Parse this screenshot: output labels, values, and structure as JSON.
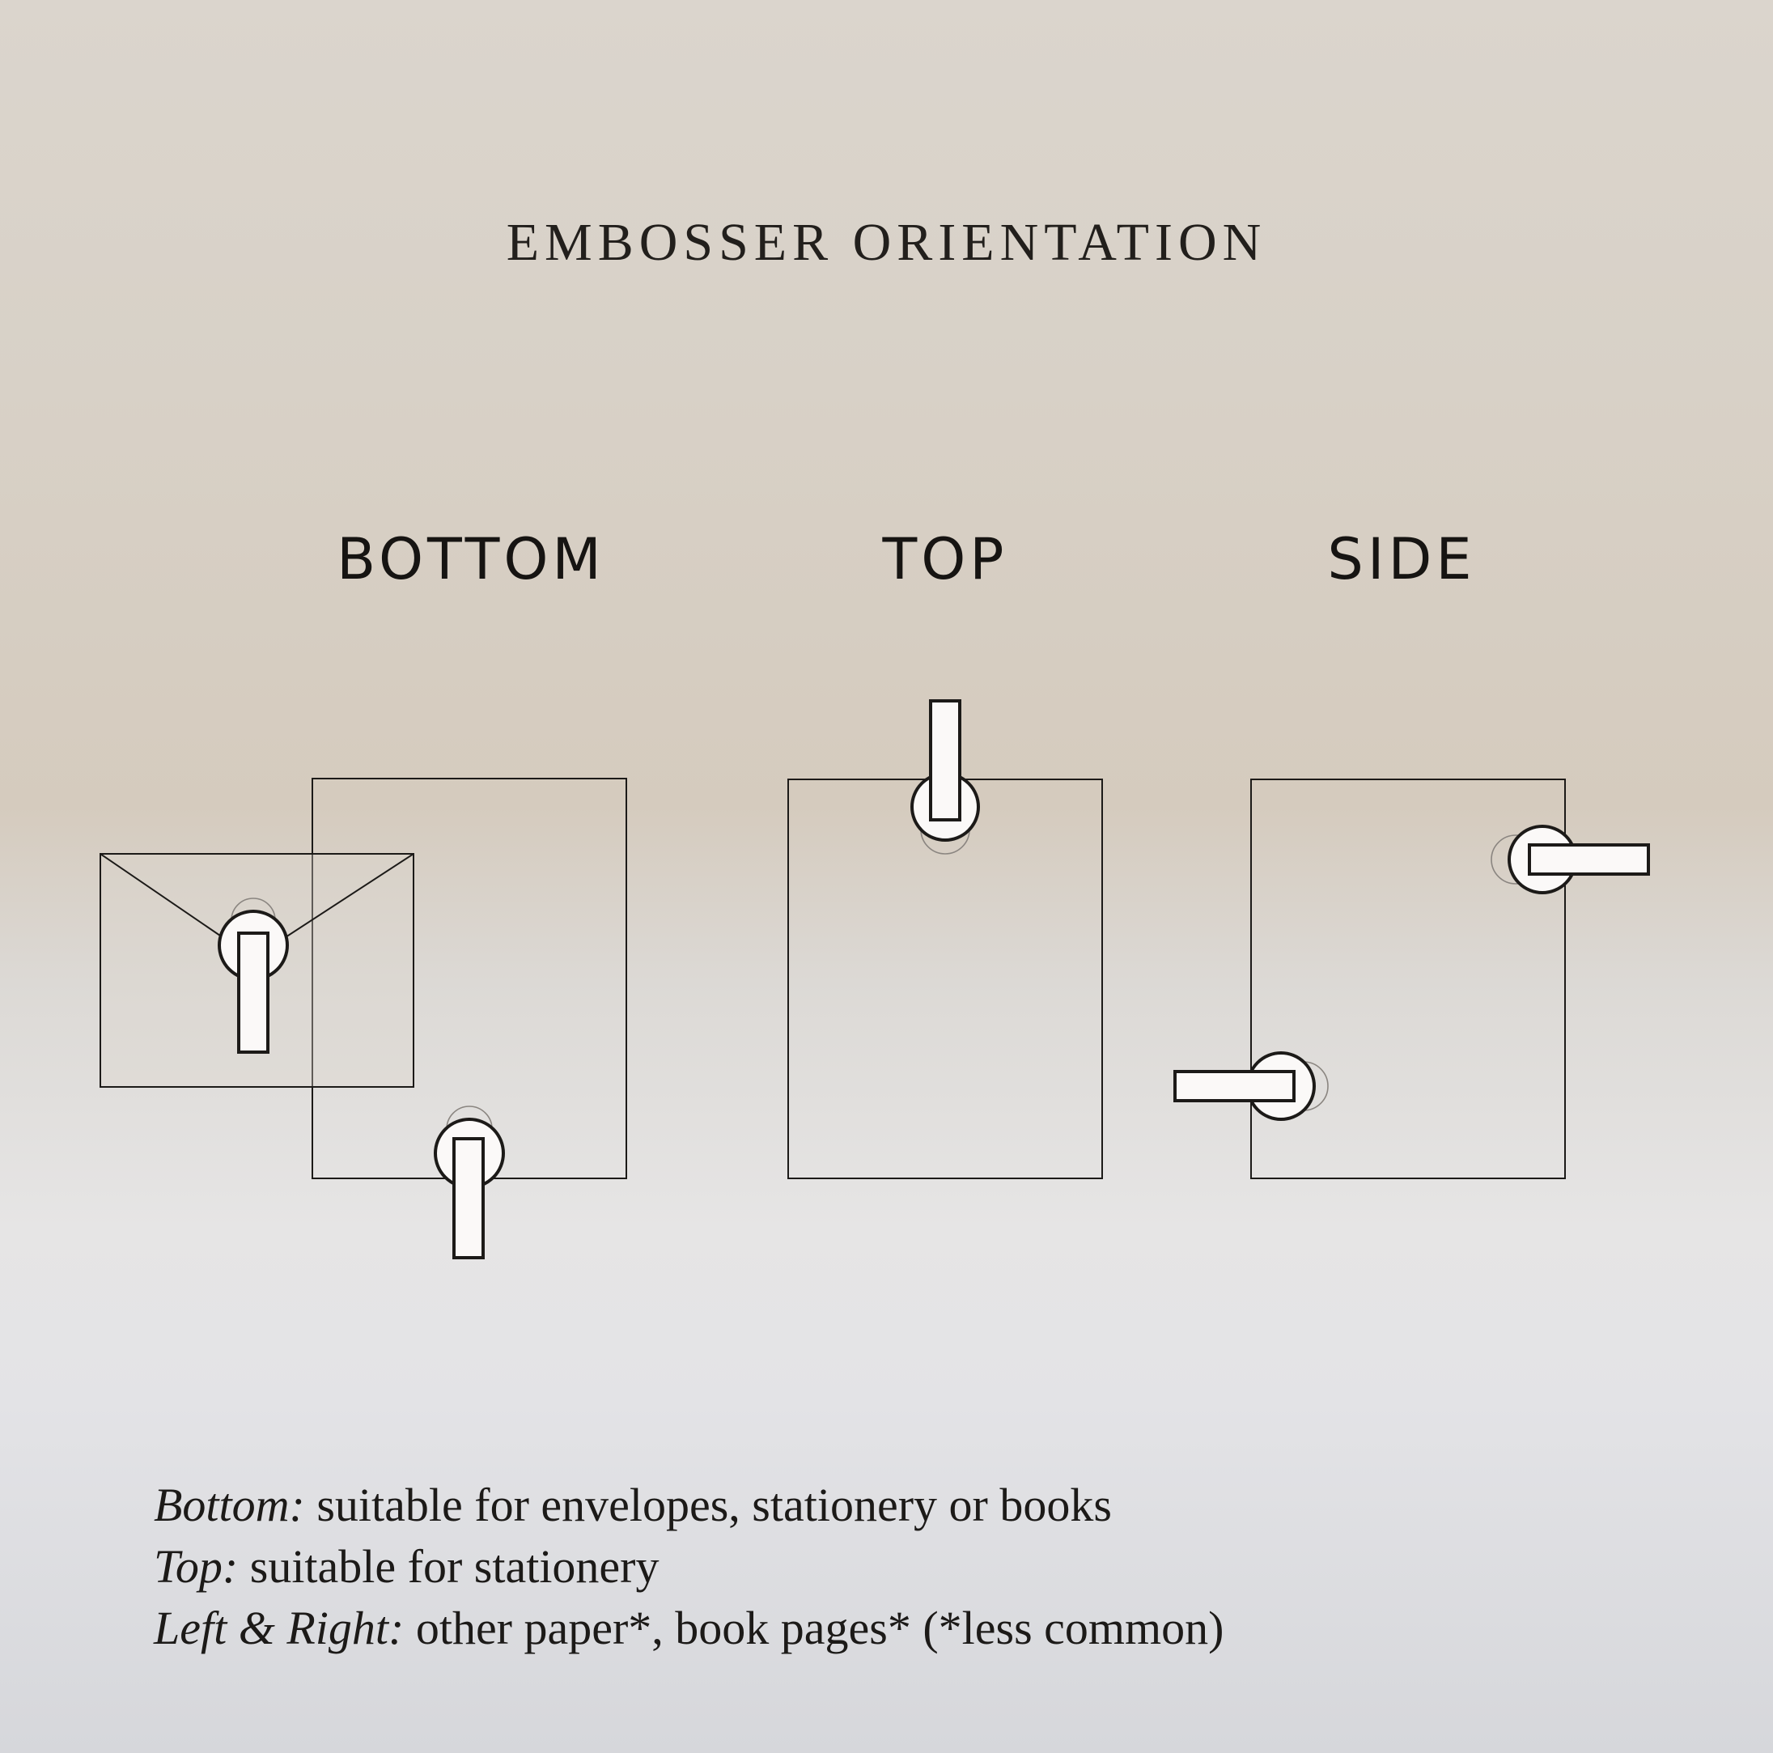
{
  "title": "EMBOSSER ORIENTATION",
  "columns": {
    "bottom": "BOTTOM",
    "top": "TOP",
    "side": "SIDE"
  },
  "legend": [
    {
      "term": "Bottom:",
      "text": " suitable for envelopes, stationery or books"
    },
    {
      "term": "Top:",
      "text": " suitable for stationery"
    },
    {
      "term": "Left & Right:",
      "text": " other paper*, book pages* (*less common)"
    }
  ],
  "colors": {
    "line": "#1c1a18",
    "embosser_fill": "#fbf9f8",
    "ghost_circle": "#8a8580"
  }
}
